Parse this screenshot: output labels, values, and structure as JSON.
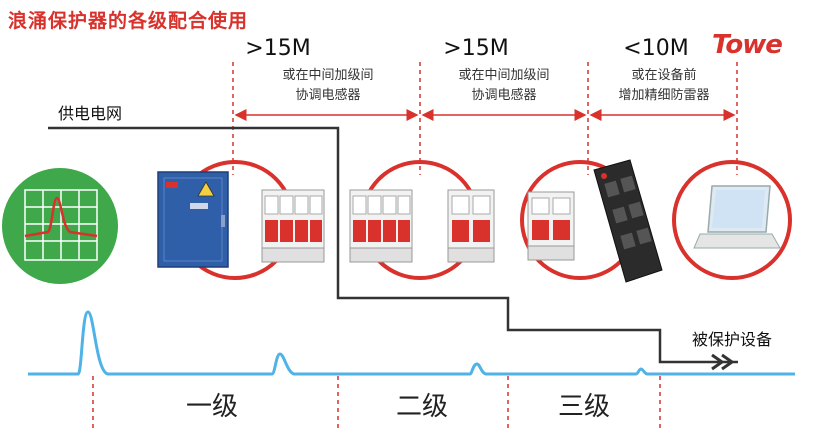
{
  "title": "浪涌保护器的各级配合使用",
  "brand": "Towe",
  "supply_label": "供电电网",
  "protected_label": "被保护设备",
  "segments": [
    {
      "distance": ">15M",
      "note_line1": "或在中间加级间",
      "note_line2": "协调电感器"
    },
    {
      "distance": ">15M",
      "note_line1": "或在中间加级间",
      "note_line2": "协调电感器"
    },
    {
      "distance": "<10M",
      "note_line1": "或在设备前",
      "note_line2": "增加精细防雷器"
    }
  ],
  "levels": [
    "一级",
    "二级",
    "三级"
  ],
  "colors": {
    "accent": "#d9312b",
    "wave": "#4fb3e8",
    "grid_green": "#3ea84a",
    "cabinet_blue": "#2f5fa8"
  },
  "icons": [
    "waveform-grid-icon",
    "distribution-cabinet-icon",
    "spd-module-icon",
    "power-strip-icon",
    "laptop-icon"
  ]
}
